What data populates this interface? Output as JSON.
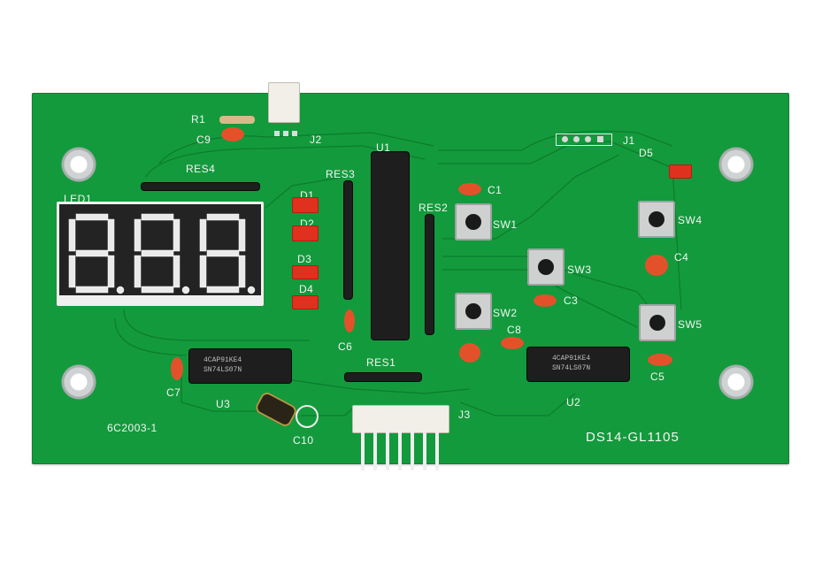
{
  "board": {
    "colors": {
      "pcb": "#139a3c",
      "silk": "#f4f4f4",
      "smd": "#e0301e",
      "chip": "#1e1e1e"
    },
    "labels": {
      "r1": "R1",
      "c9": "C9",
      "j2": "J2",
      "res4": "RES4",
      "led1": "LED1",
      "d1": "D1",
      "d2": "D2",
      "d3": "D3",
      "d4": "D4",
      "d5": "D5",
      "res3": "RES3",
      "u1": "U1",
      "res2": "RES2",
      "c1": "C1",
      "sw1": "SW1",
      "sw2": "SW2",
      "sw3": "SW3",
      "sw4": "SW4",
      "sw5": "SW5",
      "c3": "C3",
      "c4": "C4",
      "c5": "C5",
      "c6": "C6",
      "c7": "C7",
      "c8": "C8",
      "c10": "C10",
      "j1": "J1",
      "j3": "J3",
      "res1": "RES1",
      "u2": "U2",
      "u3": "U3",
      "part_no": "6C2003-1",
      "model": "DS14-GL1105"
    },
    "chips": {
      "u3_line1": "4CAP91KE4",
      "u3_line2": "SN74LS07N",
      "u2_line1": "4CAP91KE4",
      "u2_line2": "SN74LS07N"
    },
    "display": {
      "digits": 3,
      "value": "8.8.8."
    }
  }
}
